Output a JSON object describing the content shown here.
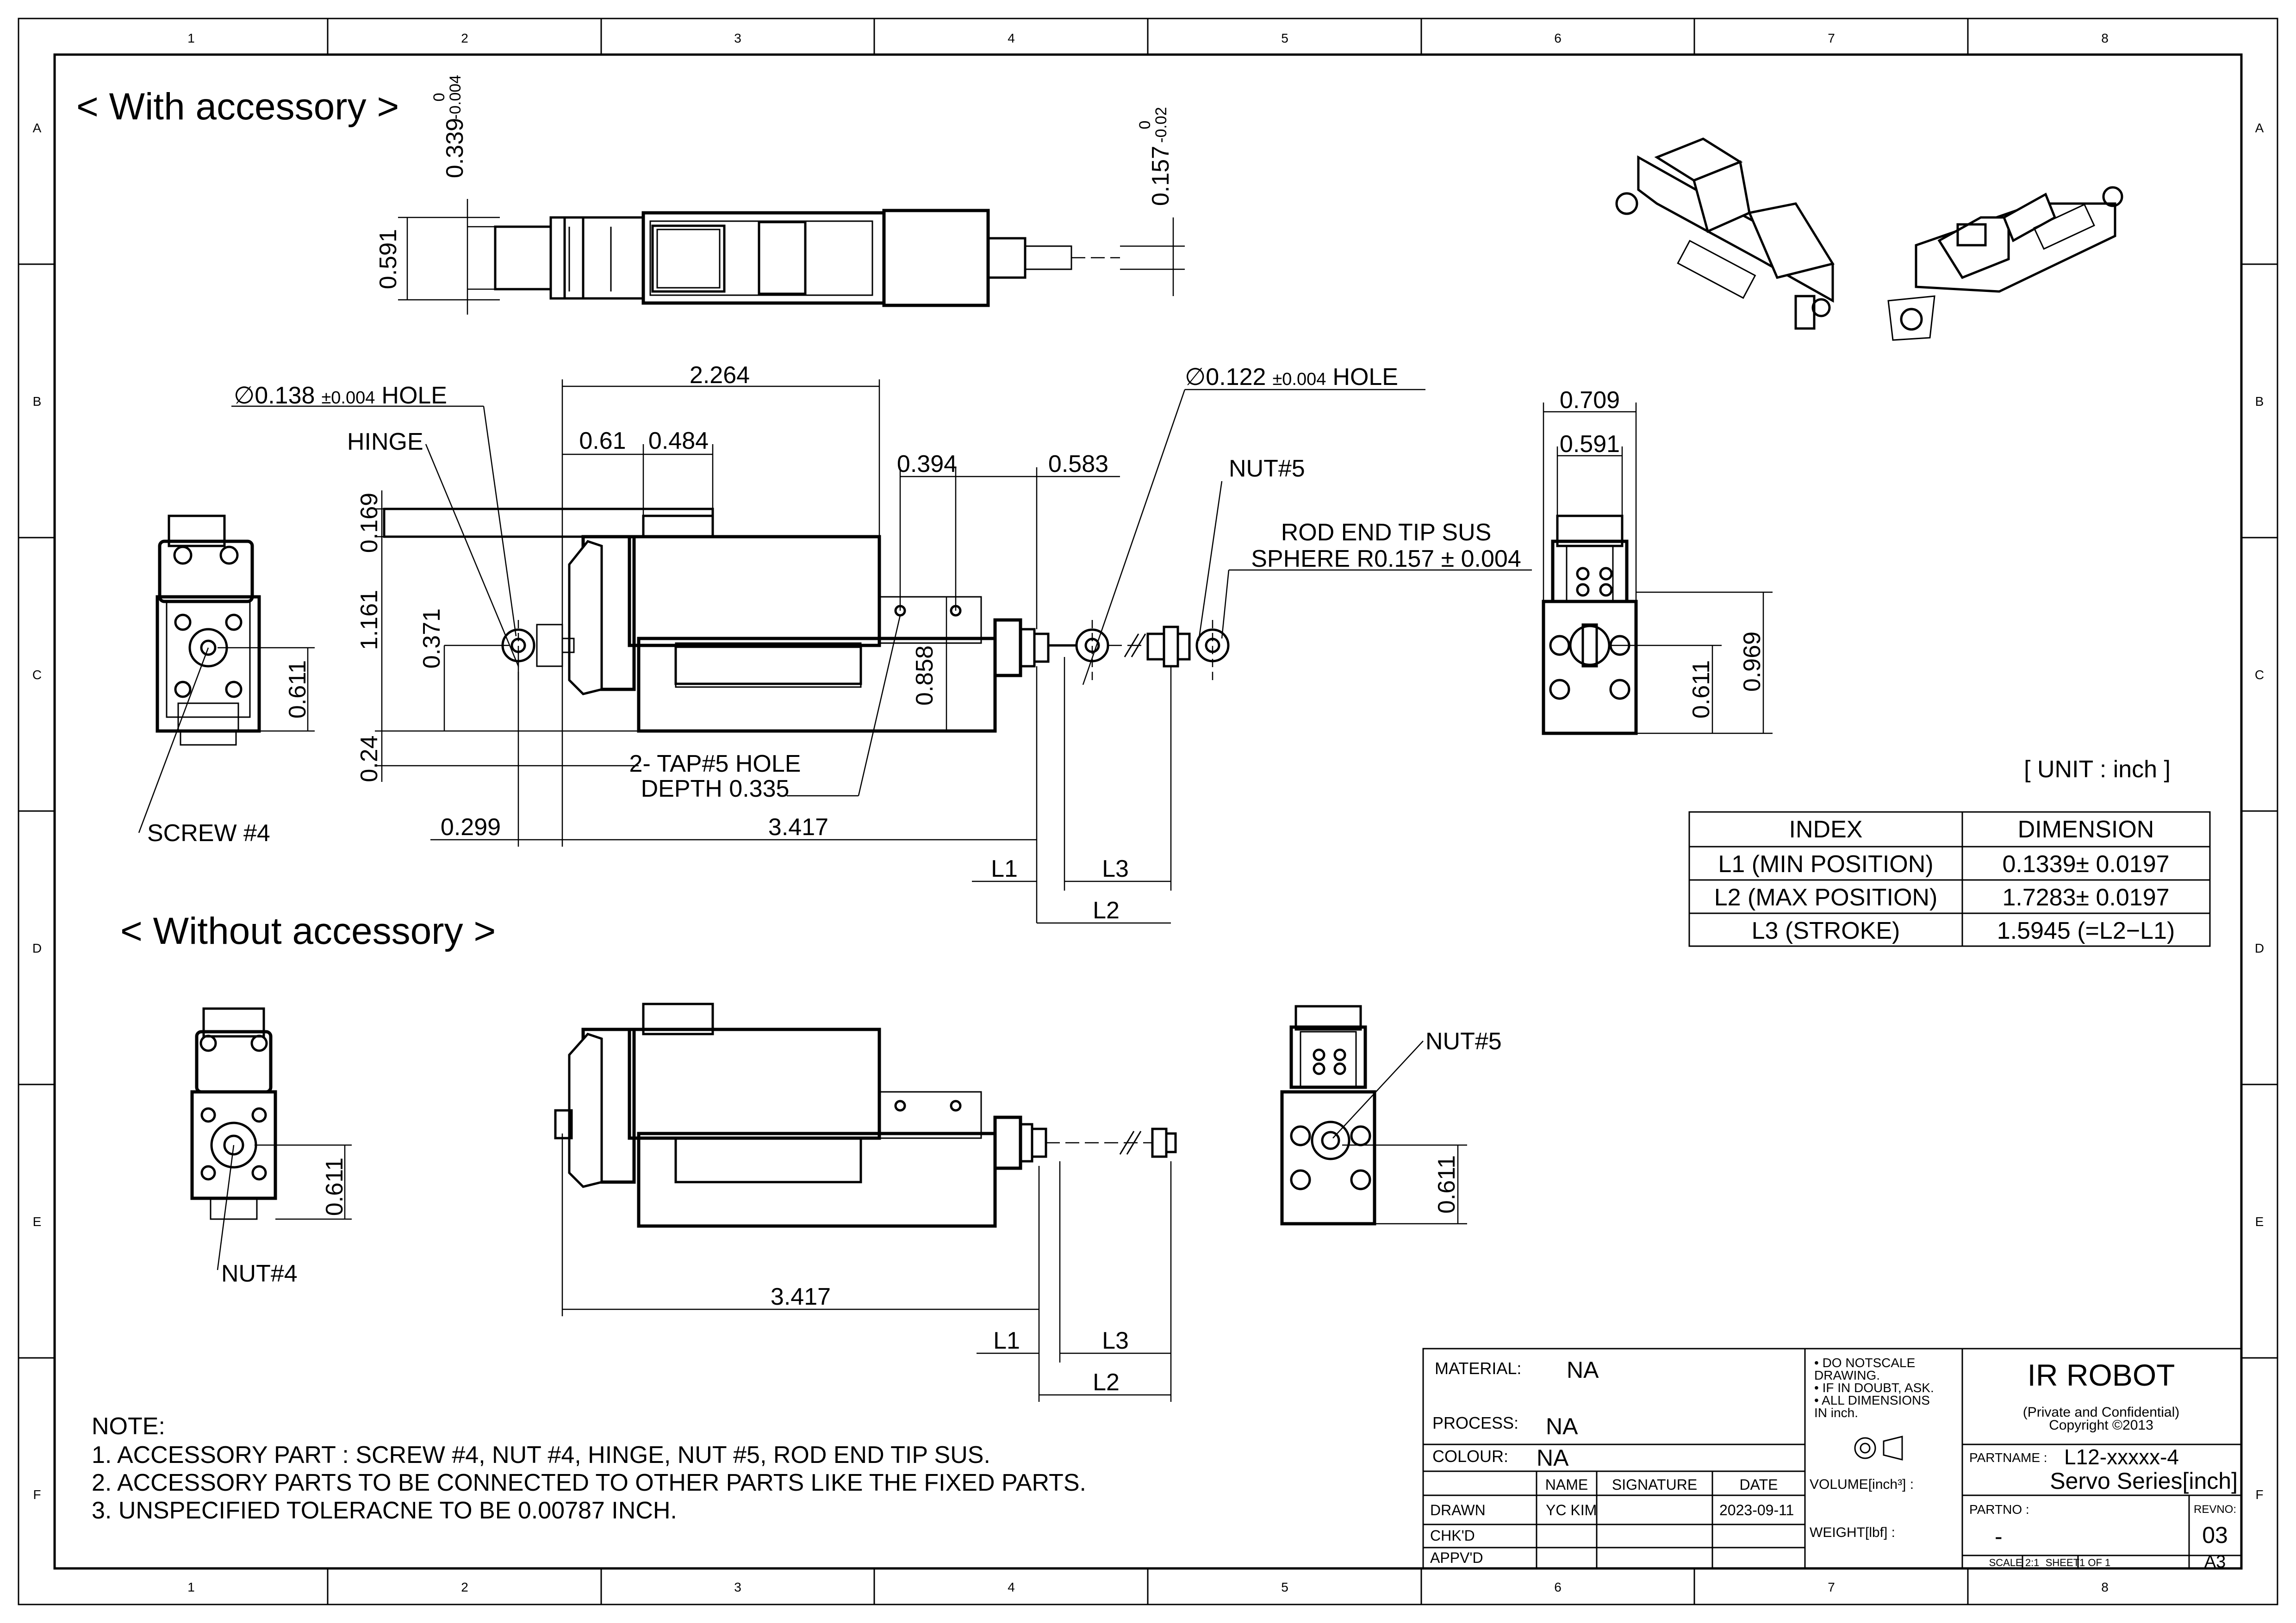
{
  "frame": {
    "col_labels": [
      "1",
      "2",
      "3",
      "4",
      "5",
      "6",
      "7",
      "8"
    ],
    "row_labels": [
      "A",
      "B",
      "C",
      "D",
      "E",
      "F"
    ]
  },
  "sections": {
    "with_accessory": "< With accessory >",
    "without_accessory": "< Without accessory >"
  },
  "dims_top": {
    "d0339": "0.339",
    "d0339_tol_upper": "0",
    "d0339_tol_lower": "-0.004",
    "d0591": "0.591",
    "d0157": "0.157",
    "d0157_tol_upper": "0",
    "d0157_tol_lower": "-0.02"
  },
  "dims_side": {
    "hole1": "∅0.138",
    "hole1_tol": "±0.004",
    "hole1_suffix": "HOLE",
    "hinge": "HINGE",
    "d2264": "2.264",
    "d061": "0.61",
    "d0484": "0.484",
    "d0169": "0.169",
    "d1161": "1.161",
    "d0371": "0.371",
    "d024": "0.24",
    "d0394": "0.394",
    "d0583": "0.583",
    "d0858": "0.858",
    "hole2": "∅0.122",
    "hole2_tol": "±0.004",
    "hole2_suffix": "HOLE",
    "nut5": "NUT#5",
    "rod_end_1": "ROD END TIP SUS",
    "rod_end_2": "SPHERE R0.157 ± 0.004",
    "tap_1": "2- TAP#5  HOLE",
    "tap_2": "DEPTH 0.335",
    "d0299": "0.299",
    "d3417": "3.417",
    "L1": "L1",
    "L2": "L2",
    "L3": "L3"
  },
  "dims_end": {
    "d0611": "0.611",
    "screw4": "SCREW #4"
  },
  "dims_right": {
    "d0709": "0.709",
    "d0591": "0.591",
    "d0611": "0.611",
    "d0969": "0.969"
  },
  "unit": "[ UNIT : inch ]",
  "table": {
    "headers": [
      "INDEX",
      "DIMENSION"
    ],
    "rows": [
      [
        "L1 (MIN POSITION)",
        "0.1339± 0.0197"
      ],
      [
        "L2 (MAX POSITION)",
        "1.7283± 0.0197"
      ],
      [
        "L3 (STROKE)",
        "1.5945 (=L2−L1)"
      ]
    ]
  },
  "without": {
    "d0611_left": "0.611",
    "nut4": "NUT#4",
    "d3417": "3.417",
    "L1": "L1",
    "L2": "L2",
    "L3": "L3",
    "nut5": "NUT#5",
    "d0611_right": "0.611"
  },
  "notes": [
    "NOTE:",
    "1. ACCESSORY PART :  SCREW #4, NUT #4, HINGE, NUT #5, ROD END TIP SUS.",
    "2. ACCESSORY PARTS TO BE CONNECTED TO OTHER PARTS LIKE THE  FIXED PARTS.",
    "3. UNSPECIFIED TOLERACNE TO BE 0.00787 INCH."
  ],
  "title_block": {
    "material_label": "MATERIAL:",
    "material_value": "NA",
    "process_label": "PROCESS:",
    "process_value": "NA",
    "colour_label": "COLOUR:",
    "colour_value": "NA",
    "col_name": "NAME",
    "col_signature": "SIGNATURE",
    "col_date": "DATE",
    "drawn_label": "DRAWN",
    "drawn_name": "YC KIM",
    "drawn_date": "2023-09-11",
    "chkd_label": "CHK'D",
    "apprvd_label": "APPV'D",
    "notes_1": "• DO NOTSCALE",
    "notes_2": "  DRAWING.",
    "notes_3": "• IF IN DOUBT, ASK.",
    "notes_4": "• ALL DIMENSIONS",
    "notes_5": "  IN inch.",
    "volume_label": "VOLUME[inch³] :",
    "weight_label": "WEIGHT[lbf] :",
    "company": "IR ROBOT",
    "confidential": "(Private and Confidential)",
    "copyright": "Copyright ©2013",
    "partname_label": "PARTNAME :",
    "partname_1": "L12-xxxxx-4",
    "partname_2": "Servo Series[inch]",
    "partno_label": "PARTNO :",
    "partno_value": "-",
    "revno_label": "REVNO:",
    "revno_value": "03",
    "scale": "SCALE  2:1",
    "sheet": "SHEET1 OF 1",
    "size": "A3"
  }
}
